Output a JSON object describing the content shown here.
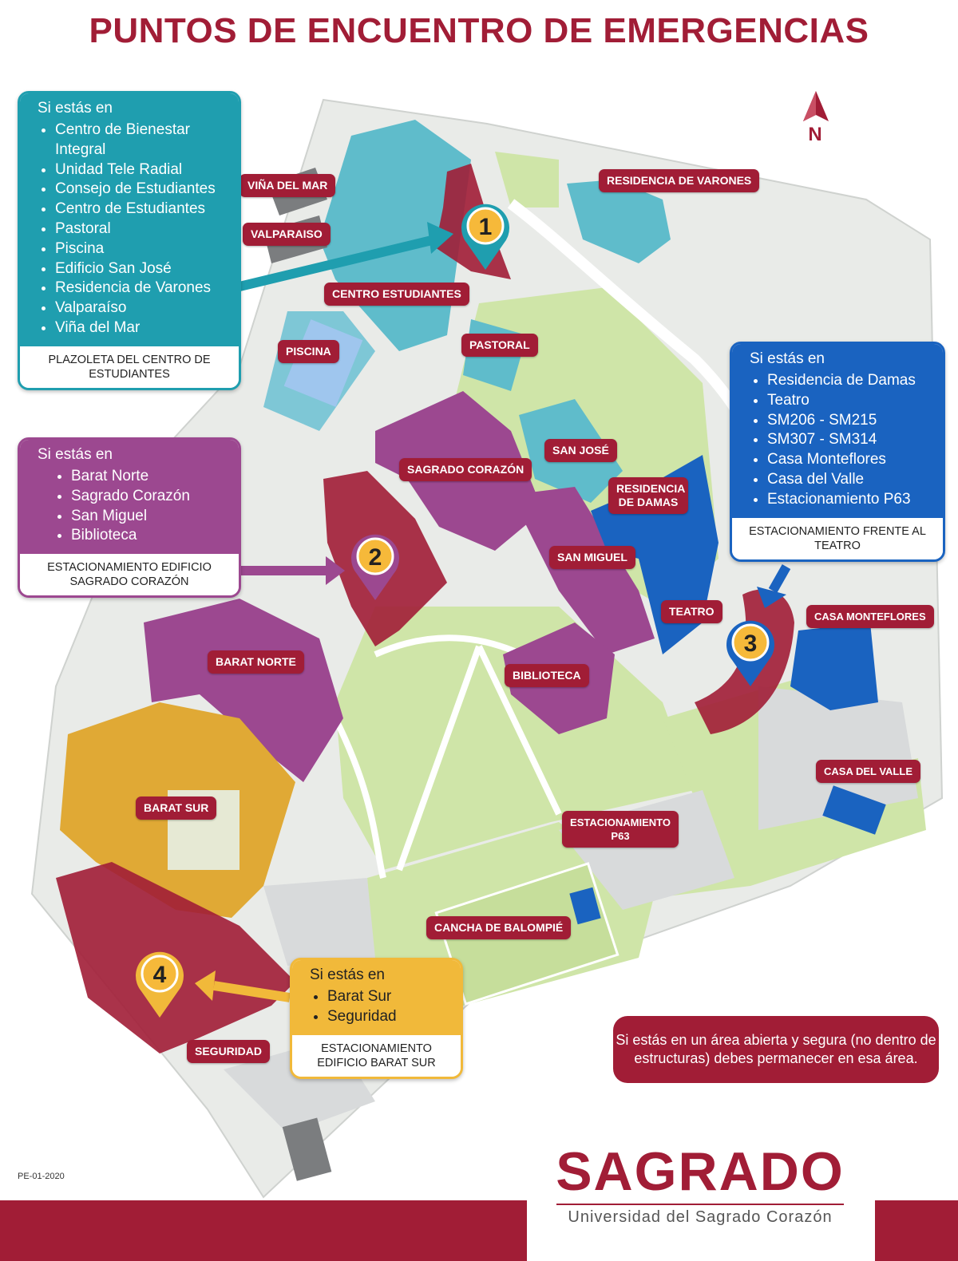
{
  "title": "PUNTOS DE ENCUENTRO DE EMERGENCIAS",
  "compass": {
    "letter": "N",
    "icon": "north-arrow-icon"
  },
  "colors": {
    "brand": "#a11d36",
    "teal": "#1f9eaf",
    "purple": "#9c4890",
    "blue": "#1a63c0",
    "yellow": "#f1b93a",
    "lawn": "#cfe5a8"
  },
  "panels": [
    {
      "heading": "Si estás en",
      "items": [
        "Centro de Bienestar Integral",
        "Unidad Tele Radial",
        "Consejo de Estudiantes",
        "Centro de Estudiantes",
        "Pastoral",
        "Piscina",
        "Edificio San José",
        "Residencia de Varones",
        "Valparaíso",
        "Viña del Mar"
      ],
      "destination": "PLAZOLETA DEL CENTRO DE ESTUDIANTES"
    },
    {
      "heading": "Si estás en",
      "items": [
        "Barat Norte",
        "Sagrado Corazón",
        "San Miguel",
        "Biblioteca"
      ],
      "destination": "ESTACIONAMIENTO EDIFICIO SAGRADO CORAZÓN"
    },
    {
      "heading": "Si estás en",
      "items": [
        "Residencia de Damas",
        "Teatro",
        "SM206 - SM215",
        "SM307 - SM314",
        "Casa Monteflores",
        "Casa del Valle",
        "Estacionamiento P63"
      ],
      "destination": "ESTACIONAMIENTO FRENTE AL TEATRO"
    },
    {
      "heading": "Si estás en",
      "items": [
        "Barat Sur",
        "Seguridad"
      ],
      "destination": "ESTACIONAMIENTO EDIFICIO BARAT SUR"
    }
  ],
  "pins": [
    "1",
    "2",
    "3",
    "4"
  ],
  "buildings": {
    "vina_del_mar": "VIÑA DEL MAR",
    "valparaiso": "VALPARAISO",
    "residencia_varones": "RESIDENCIA DE VARONES",
    "centro_estudiantes": "CENTRO ESTUDIANTES",
    "piscina": "PISCINA",
    "pastoral": "PASTORAL",
    "san_jose": "SAN JOSÉ",
    "sagrado_corazon": "SAGRADO CORAZÓN",
    "residencia_damas": "RESIDENCIA DE DAMAS",
    "san_miguel": "SAN MIGUEL",
    "teatro": "TEATRO",
    "casa_monteflores": "CASA MONTEFLORES",
    "barat_norte": "BARAT NORTE",
    "biblioteca": "BIBLIOTECA",
    "casa_del_valle": "CASA DEL VALLE",
    "barat_sur": "BARAT SUR",
    "estacionamiento_p63": "ESTACIONAMIENTO P63",
    "cancha_balompie": "CANCHA DE BALOMPIÉ",
    "seguridad": "SEGURIDAD"
  },
  "note": "Si estás en un área abierta y segura (no dentro de estructuras) debes permanecer en esa área.",
  "code": "PE-01-2020",
  "logo": {
    "name": "SAGRADO",
    "subtitle": "Universidad del Sagrado Corazón"
  }
}
